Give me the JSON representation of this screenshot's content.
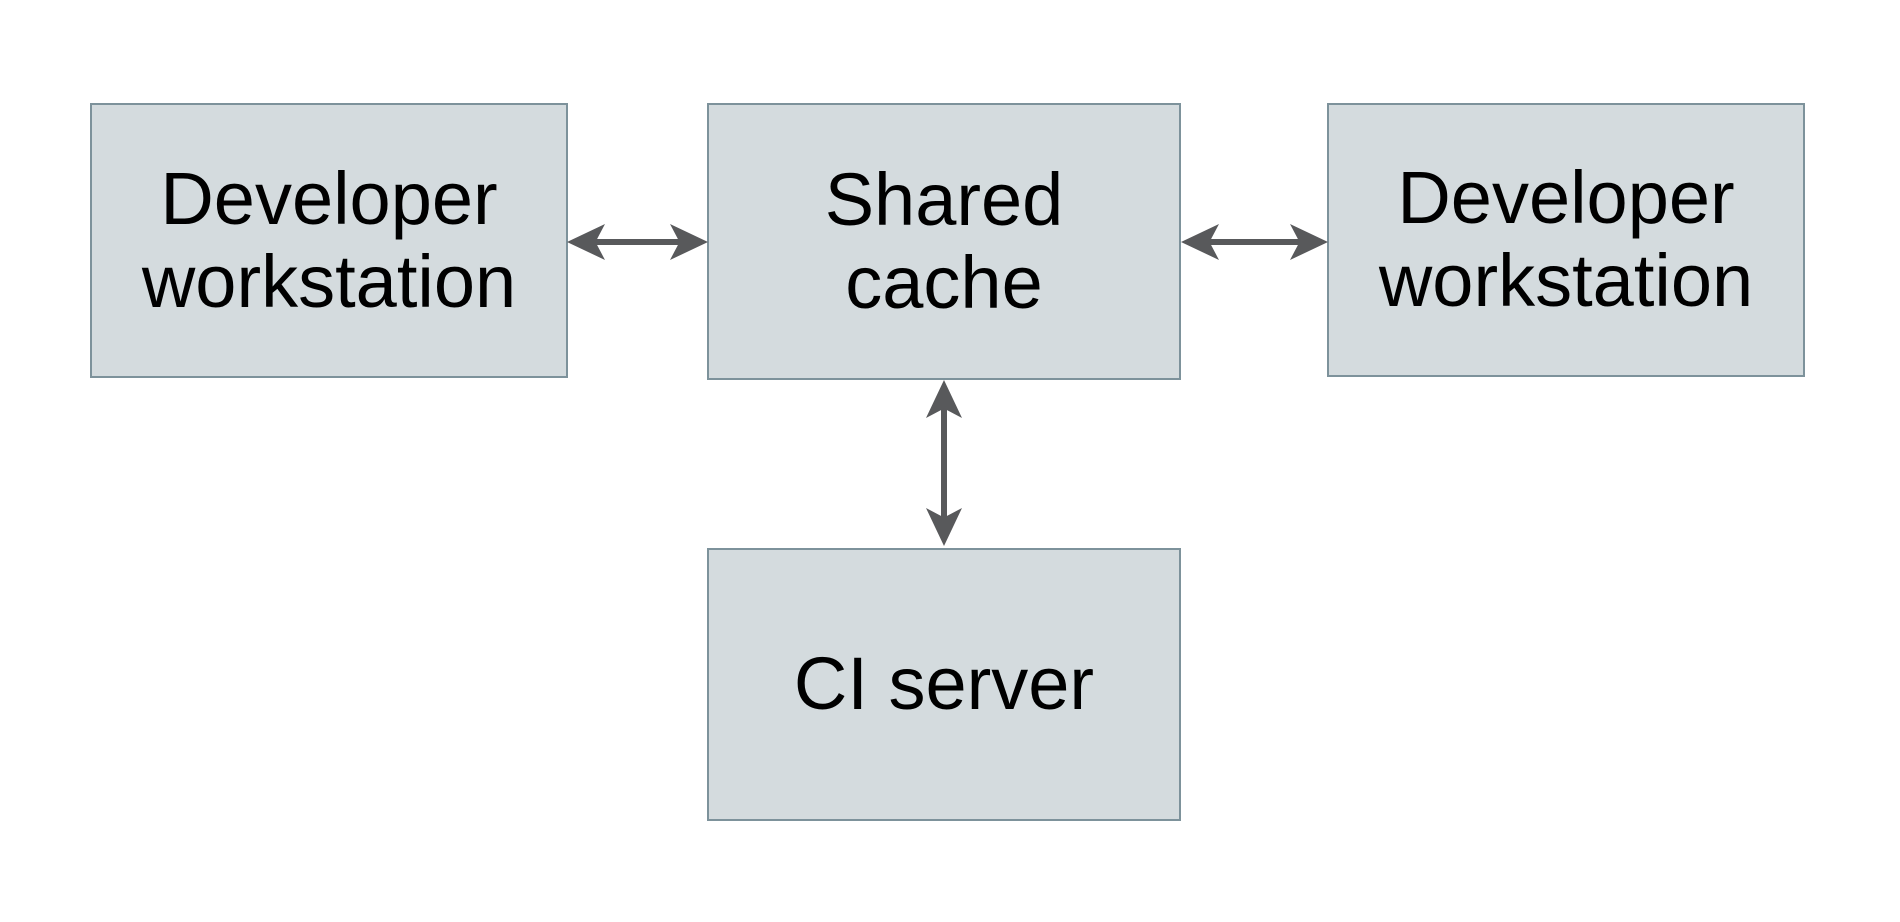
{
  "diagram": {
    "nodes": [
      {
        "id": "developer-workstation-left",
        "label": "Developer workstation"
      },
      {
        "id": "shared-cache",
        "label": "Shared cache"
      },
      {
        "id": "developer-workstation-right",
        "label": "Developer workstation"
      },
      {
        "id": "ci-server",
        "label": "CI server"
      }
    ],
    "connections": [
      {
        "from": "developer-workstation-left",
        "to": "shared-cache",
        "type": "bidirectional-arrow"
      },
      {
        "from": "shared-cache",
        "to": "developer-workstation-right",
        "type": "bidirectional-arrow"
      },
      {
        "from": "shared-cache",
        "to": "ci-server",
        "type": "bidirectional-arrow"
      }
    ],
    "colors": {
      "background": "#ffffff",
      "node_fill": "#d4dbde",
      "node_border": "#7d929b",
      "arrow": "#58595b",
      "text": "#000000"
    }
  }
}
